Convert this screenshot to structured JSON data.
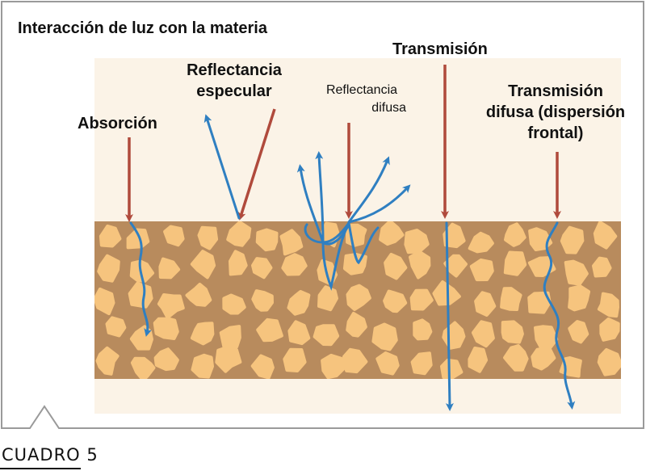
{
  "title": "Interacción de luz con la materia",
  "labels": {
    "absorcion": "Absorción",
    "reflectancia_especular": [
      "Reflectancia",
      "especular"
    ],
    "reflectancia_difusa": [
      "Reflectancia",
      "difusa"
    ],
    "transmision": "Transmisión",
    "transmision_difusa": [
      "Transmisión",
      "difusa (dispersión",
      "frontal)"
    ]
  },
  "caption": "CUADRO 5",
  "colors": {
    "incident_arrow": "#b04a3c",
    "light_path": "#2f7fc1",
    "material": "#b88b5d",
    "grain": "#f6c47e",
    "background_band": "#fbf3e7",
    "frame": "#9a9a9a"
  }
}
